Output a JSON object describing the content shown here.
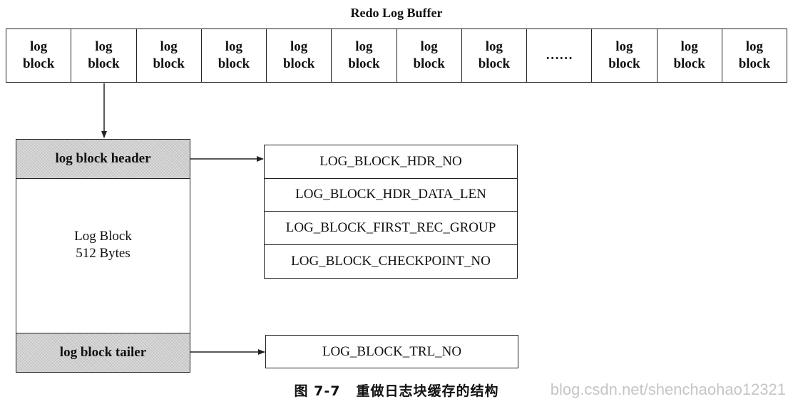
{
  "title": "Redo Log Buffer",
  "buffer_cells": [
    {
      "line1": "log",
      "line2": "block"
    },
    {
      "line1": "log",
      "line2": "block"
    },
    {
      "line1": "log",
      "line2": "block"
    },
    {
      "line1": "log",
      "line2": "block"
    },
    {
      "line1": "log",
      "line2": "block"
    },
    {
      "line1": "log",
      "line2": "block"
    },
    {
      "line1": "log",
      "line2": "block"
    },
    {
      "line1": "log",
      "line2": "block"
    },
    {
      "line1": "……",
      "line2": ""
    },
    {
      "line1": "log",
      "line2": "block"
    },
    {
      "line1": "log",
      "line2": "block"
    },
    {
      "line1": "log",
      "line2": "block"
    }
  ],
  "block": {
    "header": "log block header",
    "body_line1": "Log Block",
    "body_line2": "512 Bytes",
    "tailer": "log block tailer"
  },
  "header_fields": [
    "LOG_BLOCK_HDR_NO",
    "LOG_BLOCK_HDR_DATA_LEN",
    "LOG_BLOCK_FIRST_REC_GROUP",
    "LOG_BLOCK_CHECKPOINT_NO"
  ],
  "tailer_field": "LOG_BLOCK_TRL_NO",
  "caption": {
    "number": "图 7-7",
    "text": "重做日志块缓存的结构"
  },
  "watermark": "blog.csdn.net/shenchaohao12321"
}
